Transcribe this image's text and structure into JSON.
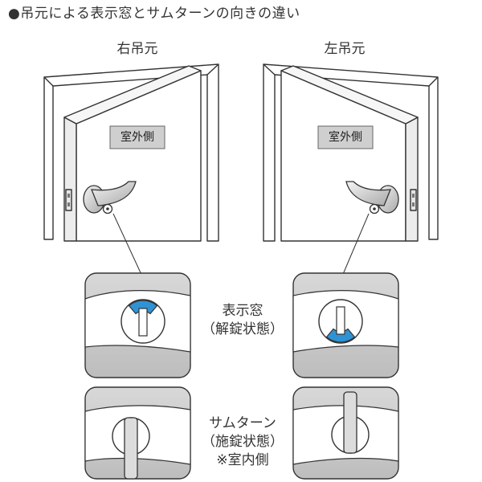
{
  "title": "●吊元による表示窓とサムターンの向きの違い",
  "doors": {
    "right": {
      "label": "右吊元",
      "plate": "室外側"
    },
    "left": {
      "label": "左吊元",
      "plate": "室外側"
    }
  },
  "rows": {
    "indicator": {
      "line1": "表示窓",
      "line2": "（解錠状態）"
    },
    "thumbturn": {
      "line1": "サムターン",
      "line2": "（施錠状態）",
      "line3": "※室内側"
    }
  },
  "colors": {
    "indicator": "#2f93d3",
    "line": "#333333",
    "tile": "#d0d0d0",
    "plate": "#cfcfcf"
  }
}
